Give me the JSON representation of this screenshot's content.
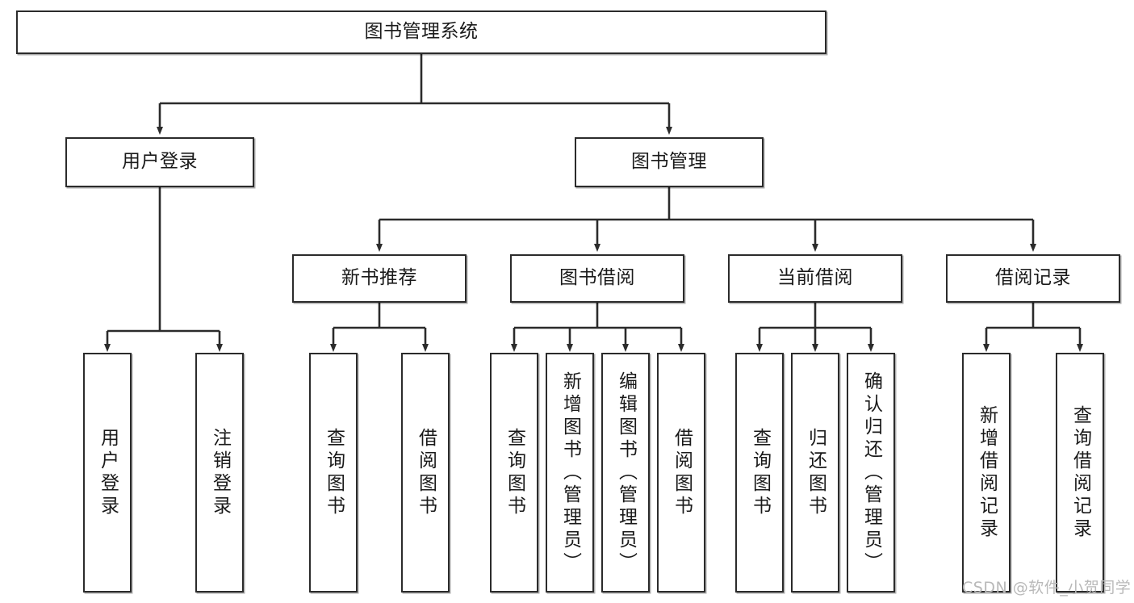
{
  "diagram": {
    "title": "图书管理系统",
    "type": "hierarchy-tree",
    "orientation": "top-down",
    "colors": {
      "box_border": "#2b2b2b",
      "box_fill": "#ffffff",
      "edge": "#2b2b2b",
      "text": "#1a1a1a",
      "watermark": "#b9b9b9"
    }
  },
  "nodes": {
    "root": {
      "label": "图书管理系统"
    },
    "level2": [
      {
        "label": "用户登录"
      },
      {
        "label": "图书管理"
      }
    ],
    "level3": [
      {
        "label": "新书推荐"
      },
      {
        "label": "图书借阅"
      },
      {
        "label": "当前借阅"
      },
      {
        "label": "借阅记录"
      }
    ],
    "leaves": {
      "user_login": [
        {
          "label": "用户登录"
        },
        {
          "label": "注销登录"
        }
      ],
      "new_book_recommend": [
        {
          "label": "查询图书"
        },
        {
          "label": "借阅图书"
        }
      ],
      "book_borrow": [
        {
          "label": "查询图书"
        },
        {
          "label": "新增图书（管理员）"
        },
        {
          "label": "编辑图书（管理员）"
        },
        {
          "label": "借阅图书"
        }
      ],
      "current_borrow": [
        {
          "label": "查询图书"
        },
        {
          "label": "归还图书"
        },
        {
          "label": "确认归还（管理员）"
        }
      ],
      "borrow_record": [
        {
          "label": "新增借阅记录"
        },
        {
          "label": "查询借阅记录"
        }
      ]
    }
  },
  "watermark": {
    "text": "CSDN @软件_小贺同学"
  },
  "chart_data": {
    "type": "table",
    "title": "图书管理系统",
    "tree": [
      {
        "label": "图书管理系统",
        "children": [
          {
            "label": "用户登录",
            "children": [
              {
                "label": "用户登录"
              },
              {
                "label": "注销登录"
              }
            ]
          },
          {
            "label": "图书管理",
            "children": [
              {
                "label": "新书推荐",
                "children": [
                  {
                    "label": "查询图书"
                  },
                  {
                    "label": "借阅图书"
                  }
                ]
              },
              {
                "label": "图书借阅",
                "children": [
                  {
                    "label": "查询图书"
                  },
                  {
                    "label": "新增图书（管理员）"
                  },
                  {
                    "label": "编辑图书（管理员）"
                  },
                  {
                    "label": "借阅图书"
                  }
                ]
              },
              {
                "label": "当前借阅",
                "children": [
                  {
                    "label": "查询图书"
                  },
                  {
                    "label": "归还图书"
                  },
                  {
                    "label": "确认归还（管理员）"
                  }
                ]
              },
              {
                "label": "借阅记录",
                "children": [
                  {
                    "label": "新增借阅记录"
                  },
                  {
                    "label": "查询借阅记录"
                  }
                ]
              }
            ]
          }
        ]
      }
    ]
  }
}
